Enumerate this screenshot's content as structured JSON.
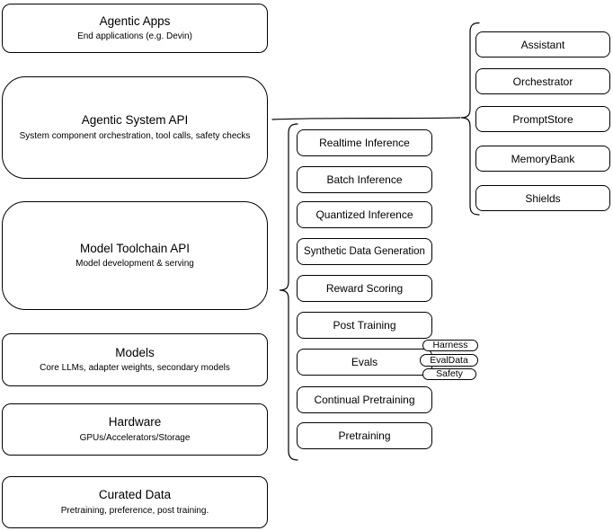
{
  "diagram": {
    "stack_layers": [
      {
        "title": "Agentic Apps",
        "subtitle": "End applications (e.g. Devin)"
      },
      {
        "title": "Agentic System API",
        "subtitle": "System component orchestration, tool calls, safety checks"
      },
      {
        "title": "Model Toolchain API",
        "subtitle": "Model development & serving"
      },
      {
        "title": "Models",
        "subtitle": "Core LLMs, adapter weights, secondary models"
      },
      {
        "title": "Hardware",
        "subtitle": "GPUs/Accelerators/Storage"
      },
      {
        "title": "Curated Data",
        "subtitle": "Pretraining, preference, post training."
      }
    ],
    "toolchain_group": {
      "items": [
        "Realtime Inference",
        "Batch Inference",
        "Quantized Inference",
        "Synthetic Data Generation",
        "Reward Scoring",
        "Post Training",
        "Evals",
        "Continual Pretraining",
        "Pretraining"
      ],
      "evals_tags": [
        "Harness",
        "EvalData",
        "Safety"
      ]
    },
    "system_group": {
      "items": [
        "Assistant",
        "Orchestrator",
        "PromptStore",
        "MemoryBank",
        "Shields"
      ]
    },
    "colors": {
      "stroke": "#000000",
      "fill": "#ffffff",
      "text": "#000000"
    }
  }
}
